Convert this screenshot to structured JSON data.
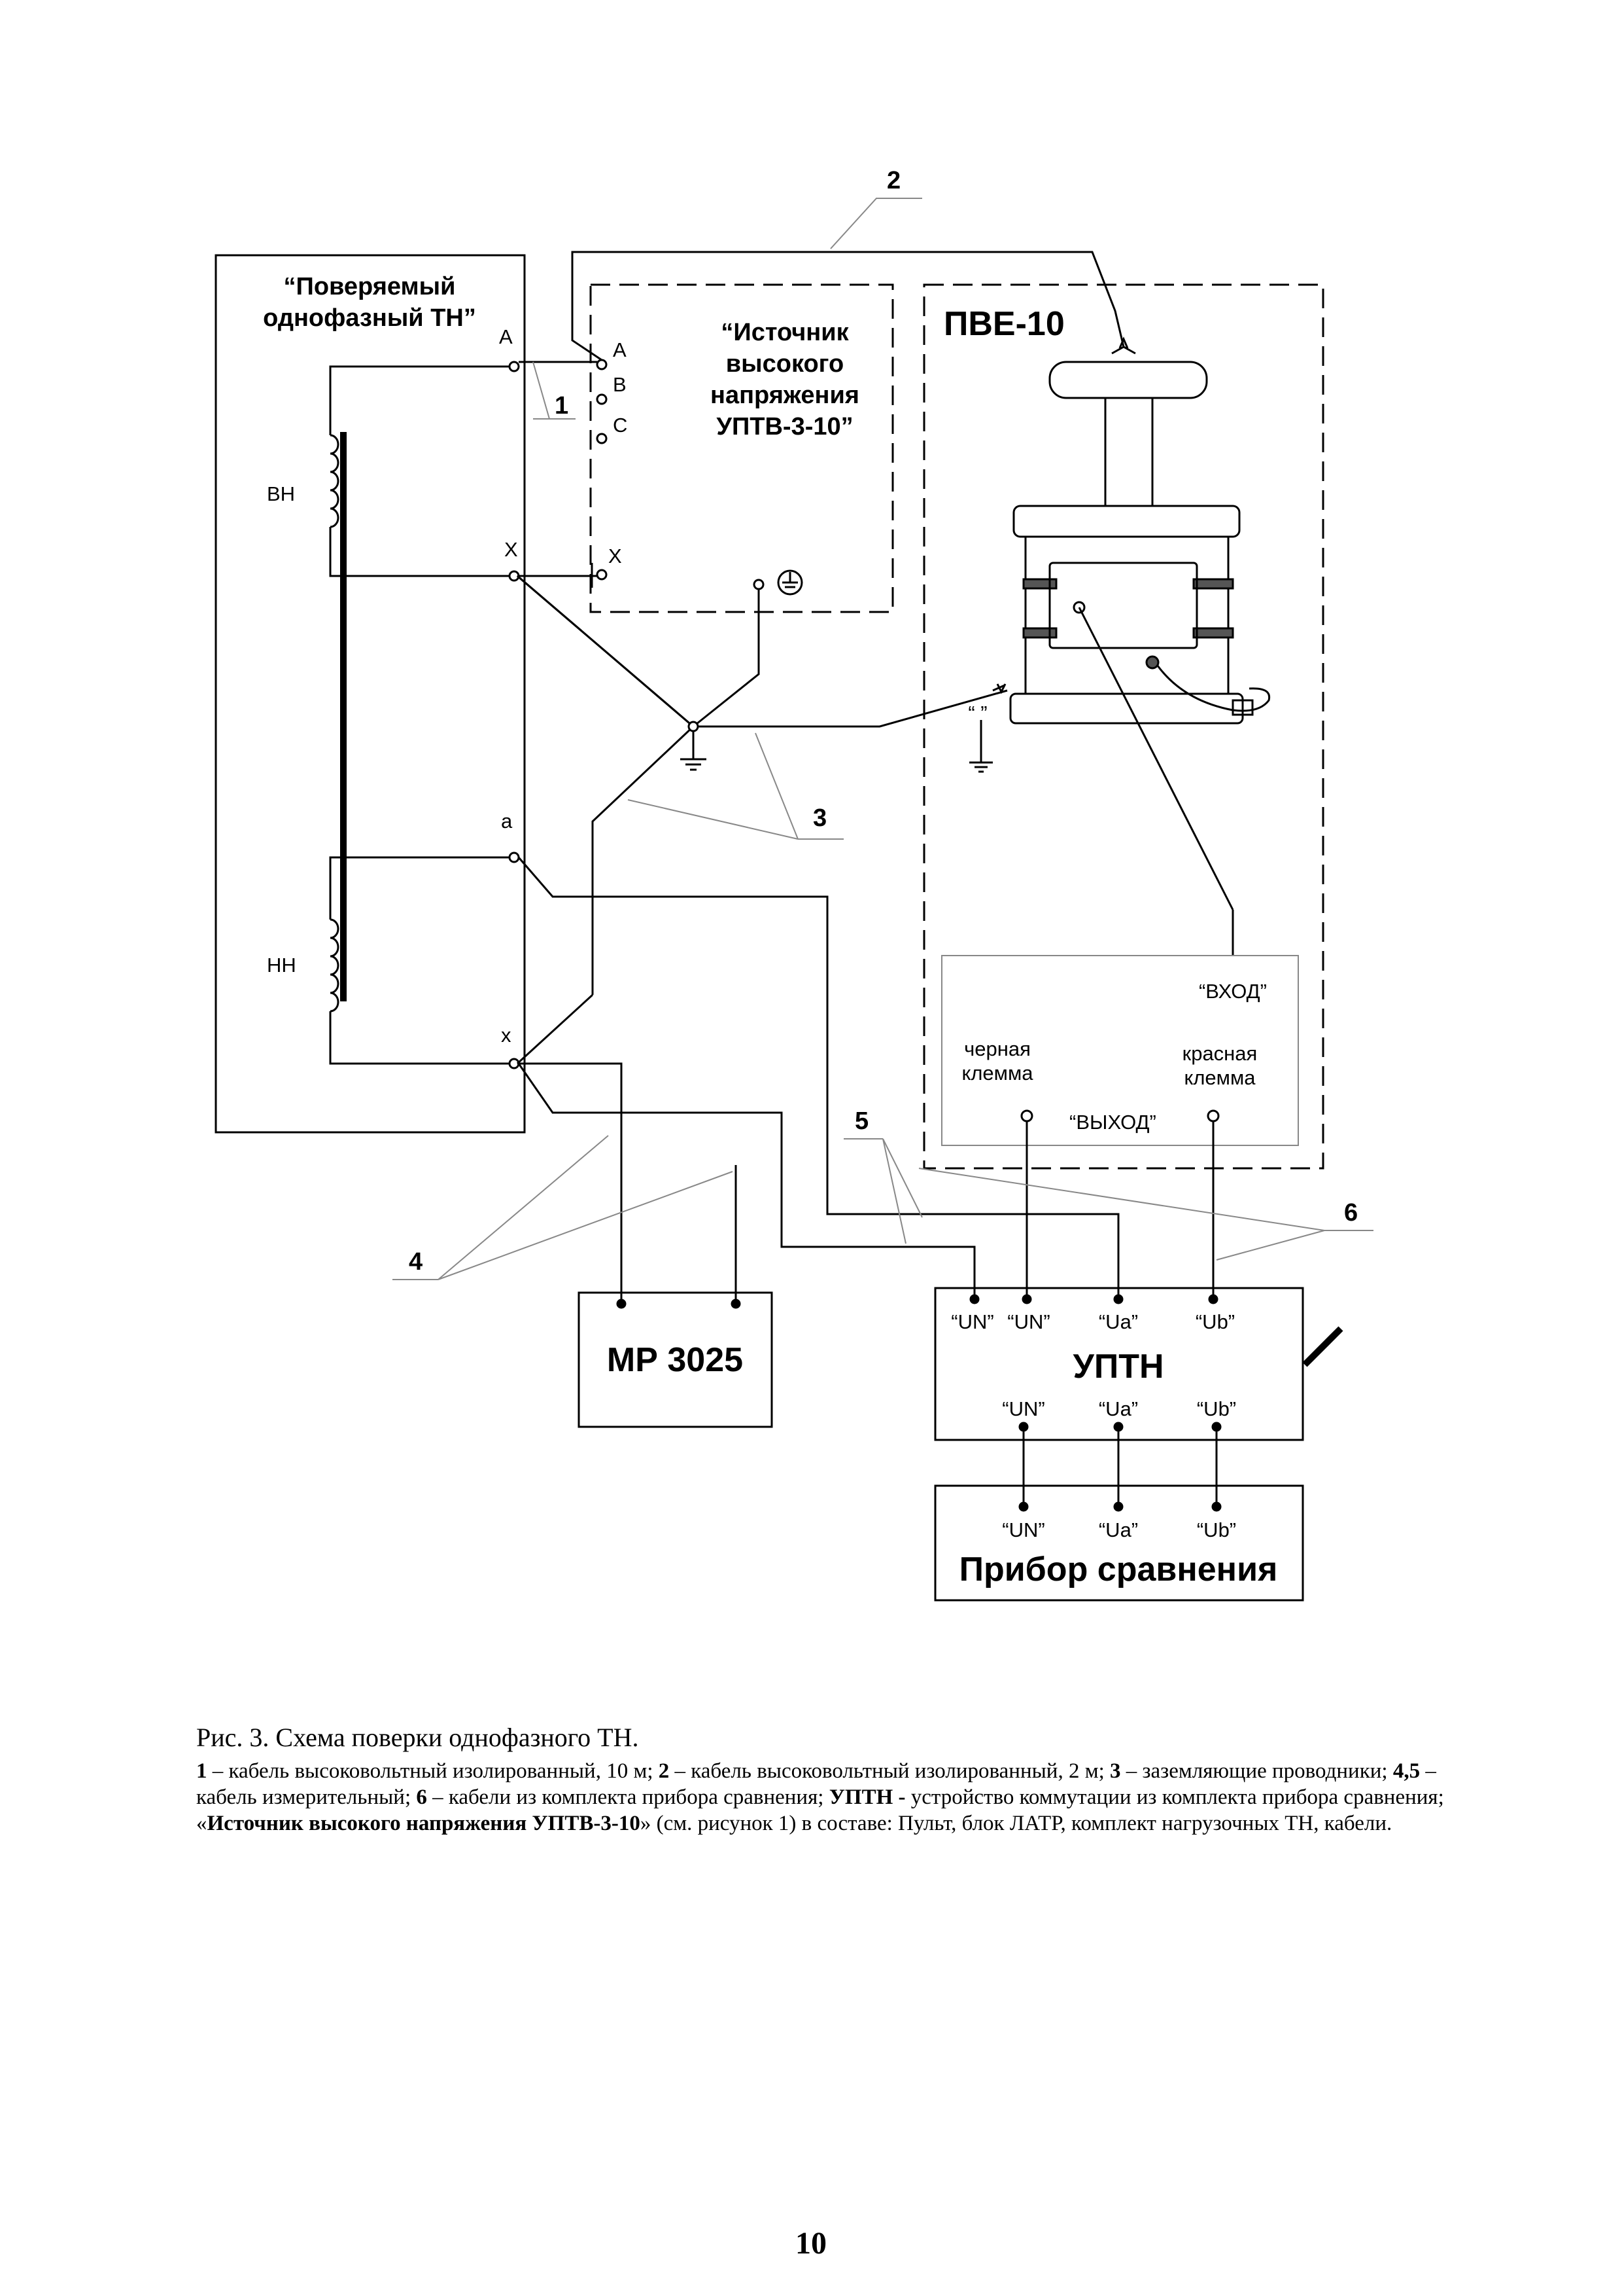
{
  "tt": {
    "title_l1": "“Поверяемый",
    "title_l2": "однофазный ТН”",
    "term_A": "A",
    "term_X": "X",
    "term_a": "a",
    "term_x": "x",
    "winding_hv": "ВН",
    "winding_lv": "НН"
  },
  "source": {
    "title_l1": "“Источник",
    "title_l2": "высокого",
    "title_l3": "напряжения",
    "title_l4": "УПТВ-3-10”",
    "term_A": "A",
    "term_B": "B",
    "term_C": "C",
    "term_X": "X"
  },
  "pve": {
    "title": "ПВЕ-10",
    "input": "“ВХОД”",
    "output": "“ВЫХОД”",
    "black_l1": "черная",
    "black_l2": "клемма",
    "red_l1": "красная",
    "red_l2": "клемма",
    "ground_mark": "“ ”"
  },
  "callouts": {
    "c1": "1",
    "c2": "2",
    "c3": "3",
    "c4": "4",
    "c5": "5",
    "c6": "6"
  },
  "mp": {
    "title": "МР 3025"
  },
  "uptn": {
    "title": "УПТН",
    "top_un1": "“UN”",
    "top_un2": "“UN”",
    "top_ua": "“Ua”",
    "top_ub": "“Ub”",
    "bot_un": "“UN”",
    "bot_ua": "“Ua”",
    "bot_ub": "“Ub”"
  },
  "comparator": {
    "title": "Прибор сравнения",
    "un": "“UN”",
    "ua": "“Ua”",
    "ub": "“Ub”"
  },
  "caption": {
    "title": "Рис. 3. Схема поверки однофазного ТН.",
    "b1": "1",
    "t1": " – кабель высоковольтный изолированный, 10 м; ",
    "b2": "2",
    "t2": " – кабель высоковольтный изолированный, 2 м; ",
    "b3": "3",
    "t3": " – заземляющие проводники; ",
    "b4": "4,5",
    "t4": " – кабель измерительный; ",
    "b5": "6",
    "t5": " – кабели  из комплекта   прибора сравнения; ",
    "b6": "УПТН -",
    "t6": " устройство коммутации из комплекта   прибора сравнения; «",
    "b7": "Источник высокого напряжения УПТВ-3-10",
    "t7": "» (см. рисунок 1) в составе: Пульт, блок ЛАТР, комплект нагрузочных ТН, кабели."
  },
  "page_number": "10"
}
